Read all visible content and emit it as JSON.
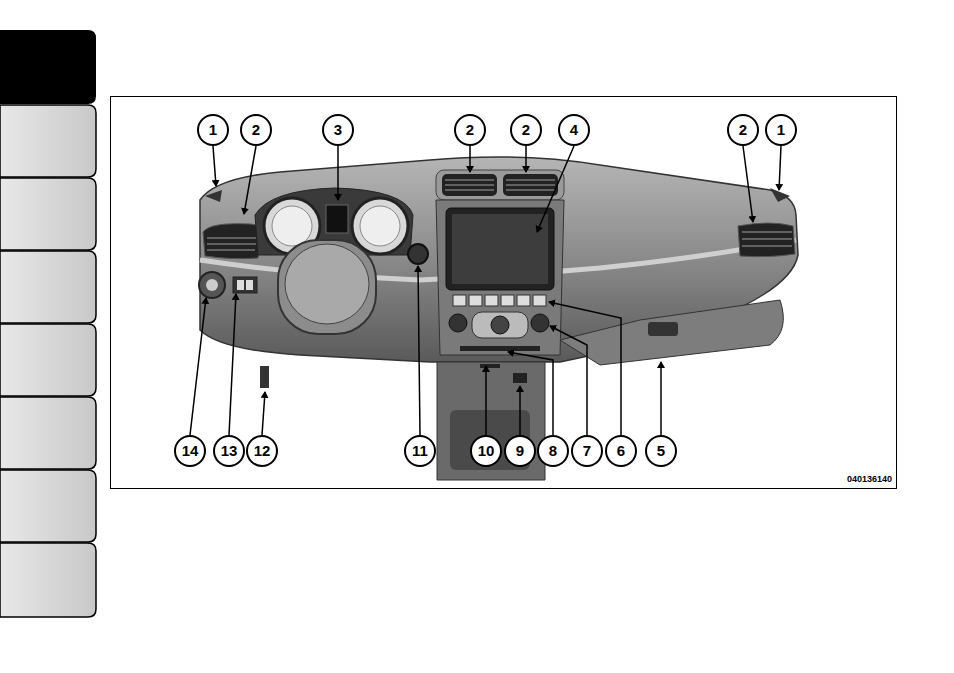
{
  "diagram": {
    "labels": [
      "1",
      "2",
      "3",
      "2",
      "2",
      "4",
      "2",
      "1",
      "14",
      "13",
      "12",
      "11",
      "10",
      "9",
      "8",
      "7",
      "6",
      "5",
      "040136140"
    ]
  }
}
